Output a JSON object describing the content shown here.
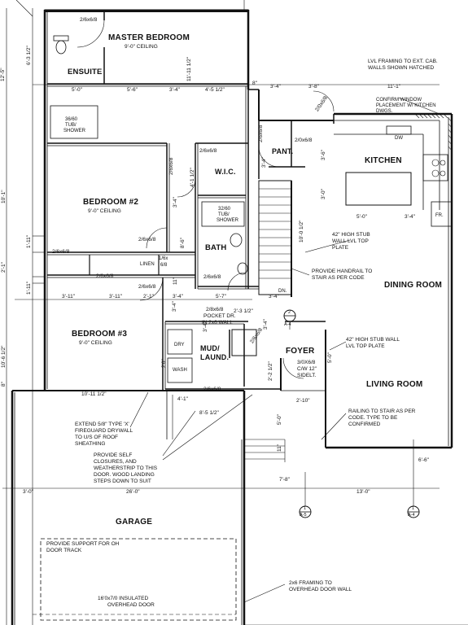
{
  "rooms": {
    "master": {
      "name": "MASTER BEDROOM",
      "ceiling": "9'-0\" CEILING"
    },
    "ensuite": "ENSUITE",
    "tub1": [
      "36/60",
      "TUB/",
      "SHOWER"
    ],
    "bed2": {
      "name": "BEDROOM #2",
      "ceiling": "9'-0\" CEILING"
    },
    "bed3": {
      "name": "BEDROOM #3",
      "ceiling": "9'-0\" CEILING"
    },
    "wic": "W.I.C.",
    "pantry": "PANT.",
    "kitchen": "KITCHEN",
    "bath": "BATH",
    "tub2": [
      "32/60",
      "TUB/",
      "SHOWER"
    ],
    "linen": "LINEN",
    "dining": "DINING ROOM",
    "mud": [
      "MUD/",
      "LAUND."
    ],
    "dry": "DRY",
    "wash": "WASH",
    "foyer": "FOYER",
    "living": "LIVING ROOM",
    "garage": "GARAGE",
    "dn": "DN.",
    "dw": "DW",
    "fr": "FR."
  },
  "doors": {
    "d1": "2/6x6/8",
    "d2": "2/6x6/8",
    "d3": "2/6x6/8",
    "d4": "2/6x6/8",
    "d5": "2/6x6/8",
    "d6": "2/6x6/8",
    "d7": "2/6x6/8",
    "d8": "2/0x6/8",
    "d9": "2/6x6/8",
    "d10": "2/6x6/8",
    "d11": "2/6x6/8",
    "d12": "2/0x6/8",
    "linen_door": "1/6x",
    "linen_door2": "6/8",
    "pocket": [
      "2/8x6/8",
      "POCKET DR.",
      "IN 2x6 WALL"
    ],
    "front": [
      "3/0X6/8",
      "C/W 12\"",
      "SIDELT."
    ],
    "garage_door": [
      "16'0x7/0 INSULATED",
      "OVERHEAD DOOR"
    ],
    "door_rot": "2/6x6/8",
    "door_rot2": "2/6x6/8"
  },
  "dims": {
    "top_12_5": "12'-5\"",
    "top_6_3_12": "6'-3 1/2\"",
    "m11_11_12": "11'-11 1/2\"",
    "r5_0": "5'-0\"",
    "r5_6": "5'-6\"",
    "r3_4a": "3'-4\"",
    "r4_5_12": "4'-5 1/2\"",
    "r8": "8\"",
    "r3_4b": "3'-4\"",
    "r3_8": "3'-8\"",
    "r11_1": "11'-1\"",
    "left_10_1": "10'-1\"",
    "left_1_11a": "1'-11\"",
    "left_2_1": "2'-1\"",
    "left_1_11b": "1'-11\"",
    "left_10_6_12": "10'-6 1/2\"",
    "left_8": "8\"",
    "b3_11a": "3'-11\"",
    "b3_11b": "3'-11\"",
    "b2_1": "2'-1\"",
    "b3_4": "3'-4\"",
    "b5_7": "5'-7\"",
    "b3_4b": "3'-4\"",
    "wic_4_1_12": "4'-1 1/2\"",
    "wic_3_4": "3'-4\"",
    "bath_8_6": "8'-6\"",
    "bath_11": "11\"",
    "k3_6": "3'-6\"",
    "k3_0": "3'-0\"",
    "k5_0": "5'-0\"",
    "k3_4": "3'-4\"",
    "stair_10_0_12": "10'-0 1/2\"",
    "p3_4": "3'-4\"",
    "m2_3_12": "2'-3 1/2\"",
    "m3_4": "3'-4\"",
    "m3_4b": "3'-4\"",
    "m2_6": "2'6\"",
    "m3_4c": "3'-4\"",
    "m2_2_12": "2'-2 1/2\"",
    "f5_0": "5'-0\"",
    "f5_0b": "5'-0\"",
    "f2_10": "2'-10\"",
    "f11": "11\"",
    "f6_6": "6'-6\"",
    "f7_8": "7'-8\"",
    "g10_11_12": "10'-11 1/2\"",
    "g4_1": "4'-1\"",
    "g8_5_12": "8'-5 1/2\"",
    "g3_0": "3'-0\"",
    "g26_0": "26'-0\"",
    "g13_0": "13'-0\""
  },
  "notes": {
    "lvl_framing": "LVL FRAMING TO EXT. CAB. WALLS SHOWN HATCHED",
    "window": "CONFIRM WINDOW PLACEMENT W/ KITCHEN DWGS.",
    "stub42a": "42\" HIGH STUB WALL LVL TOP PLATE",
    "handrail": "PROVIDE HANDRAIL TO STAIR AS PER CODE",
    "stub42b": "42\" HIGH STUB WALL LVL TOP PLATE",
    "railing": "RAILING TO STAIR AS PER CODE. TYPE TO BE CONFIRMED",
    "fireguard": "EXTEND 5/8\" TYPE 'X' FIREGUARD DRYWALL TO U/S OF ROOF SHEATHING",
    "selfclose": "PROVIDE SELF CLOSURES, AND WEATHERSTRIP TO THIS DOOR. WOOD LANDING STEPS DOWN TO SUIT",
    "oh_support": "PROVIDE SUPPORT FOR OH DOOR TRACK",
    "framing2x6": "2x6 FRAMING TO OVERHEAD DOOR WALL"
  },
  "sections": [
    {
      "num": "2",
      "ref": "A-4"
    },
    {
      "num": "1",
      "ref": "A-5"
    },
    {
      "num": "1",
      "ref": "A-4"
    }
  ]
}
